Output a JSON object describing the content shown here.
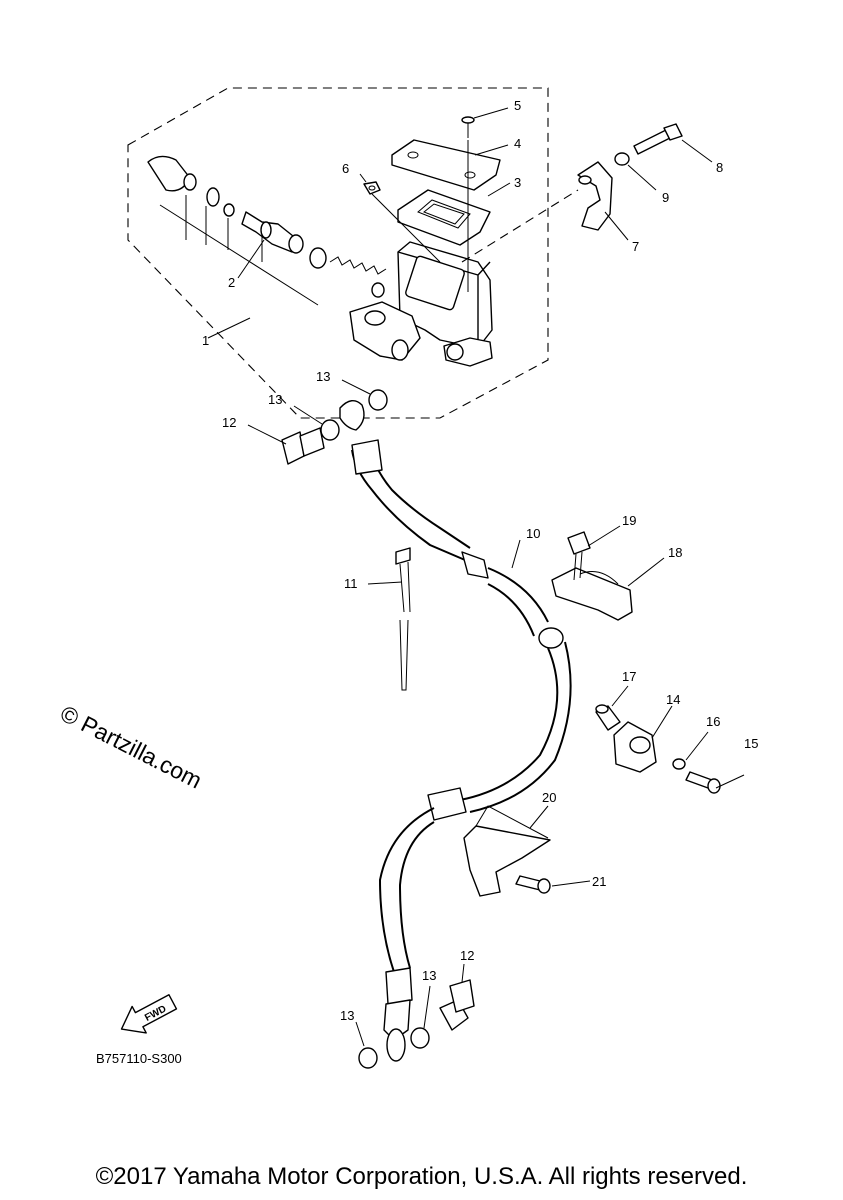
{
  "callouts": {
    "c1": "1",
    "c2": "2",
    "c3": "3",
    "c4": "4",
    "c5": "5",
    "c6": "6",
    "c7": "7",
    "c8": "8",
    "c9": "9",
    "c10": "10",
    "c11": "11",
    "c12a": "12",
    "c12b": "12",
    "c13a": "13",
    "c13b": "13",
    "c13c": "13",
    "c13d": "13",
    "c14": "14",
    "c15": "15",
    "c16": "16",
    "c17": "17",
    "c18": "18",
    "c19": "19",
    "c20": "20",
    "c21": "21"
  },
  "fwd_label": "FWD",
  "watermark": "© Partzilla.com",
  "diagram_code": "B757110-S300",
  "copyright": "©2017 Yamaha Motor Corporation, U.S.A. All rights reserved."
}
